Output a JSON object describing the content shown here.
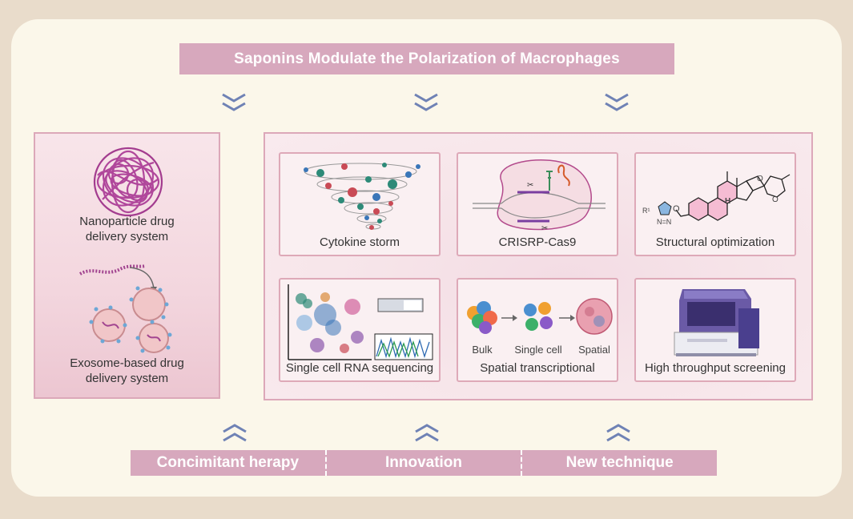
{
  "title": "Saponins Modulate the Polarization of Macrophages",
  "left_items": [
    {
      "label_line1": "Nanoparticle drug",
      "label_line2": "delivery system"
    },
    {
      "label_line1": "Exosome-based drug",
      "label_line2": "delivery system"
    }
  ],
  "cards": {
    "cytokine": "Cytokine storm",
    "crispr": "CRISRP-Cas9",
    "structural": "Structural optimization",
    "scrna": "Single cell RNA sequencing",
    "spatial": "Spatial transcriptional",
    "hts": "High throughput screening"
  },
  "spatial_steps": [
    "Bulk",
    "Single cell",
    "Spatial"
  ],
  "chem_label": "R¹",
  "bottom": [
    "Concimitant herapy",
    "Innovation",
    "New technique"
  ],
  "colors": {
    "background": "#e9dccb",
    "panel": "#fbf7ea",
    "accent": "#d7a8bd",
    "chevron": "#6f82b5",
    "border": "#dca8b9"
  },
  "icons": [
    "double-chevron-down-icon",
    "double-chevron-up-icon",
    "nanoparticle-icon",
    "exosome-icon",
    "tornado-icon",
    "crispr-icon",
    "steroid-molecule-icon",
    "tsne-plot-icon",
    "cells-icon",
    "machine-icon"
  ]
}
